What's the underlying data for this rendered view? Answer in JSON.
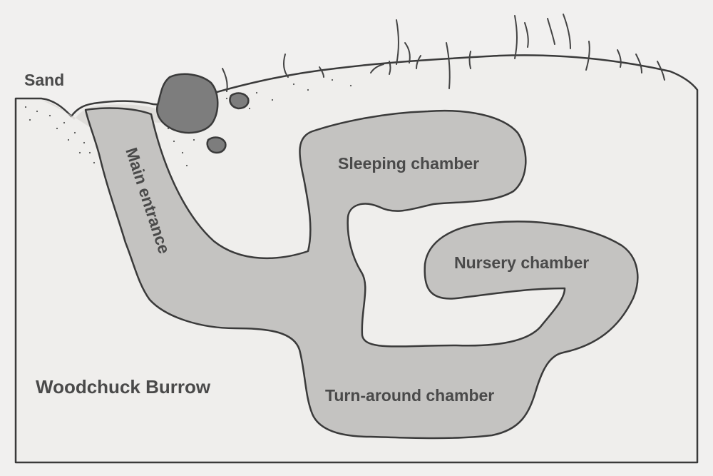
{
  "diagram": {
    "title": "Woodchuck Burrow",
    "labels": {
      "ground": "Sand",
      "entrance": "Main entrance",
      "sleeping": "Sleeping chamber",
      "nursery": "Nursery chamber",
      "turnaround": "Turn-around chamber"
    }
  },
  "colors": {
    "background": "#f1f0ef",
    "soil": "#efeeec",
    "tunnel": "#c4c3c1",
    "outline": "#3a3a3a",
    "rock": "#7d7d7d",
    "label": "#4a4a4a"
  }
}
